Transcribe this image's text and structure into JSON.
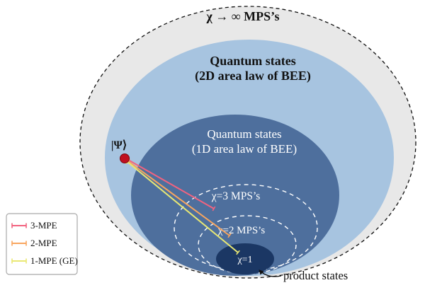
{
  "diagram": {
    "outer_set_label": "χ → ∞ MPS’s",
    "set_2d": {
      "line1": "Quantum states",
      "line2": "(2D area law of BEE)"
    },
    "set_1d": {
      "line1": "Quantum states",
      "line2": "(1D area law of BEE)"
    },
    "chi3_label": "χ=3 MPS’s",
    "chi2_label": "χ=2 MPS’s",
    "chi1_label": "χ=1",
    "product_states_label": "product states",
    "psi_label": "|Ψ⟩"
  },
  "legend": {
    "items": [
      {
        "label": "3-MPE",
        "color": "#f2637f"
      },
      {
        "label": "2-MPE",
        "color": "#f8a55e"
      },
      {
        "label": "1-MPE (GE)",
        "color": "#e9e873"
      }
    ]
  },
  "colors": {
    "outer_fill": "#e8e8e8",
    "set_2d_fill": "#a7c4e0",
    "set_1d_fill": "#4e6f9d",
    "chi1_fill": "#1b3764",
    "psi_dot": "#c01020",
    "psi_text": "#8b0000"
  }
}
